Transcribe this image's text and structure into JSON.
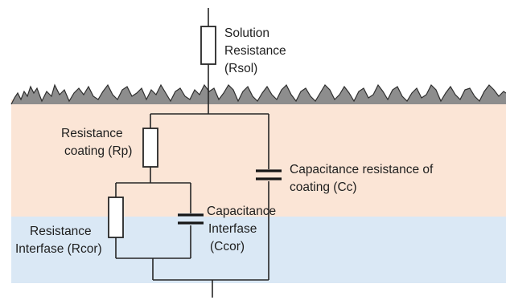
{
  "colors": {
    "coating": "#fbe5d6",
    "metal": "#dae8f5",
    "roughness": "#8d8d8d",
    "wire": "#262626"
  },
  "labels": {
    "solution_resistance": [
      "Solution",
      "Resistance",
      "(Rsol)"
    ],
    "resistance_coating": [
      "Resistance",
      "coating (Rp)"
    ],
    "capacitance_coating": [
      "Capacitance resistance of",
      "coating (Cc)"
    ],
    "resistance_interfase": [
      "Resistance",
      "Interfase (Rcor)"
    ],
    "capacitance_interfase": [
      "Capacitance",
      "Interfase",
      "(Ccor)"
    ]
  }
}
